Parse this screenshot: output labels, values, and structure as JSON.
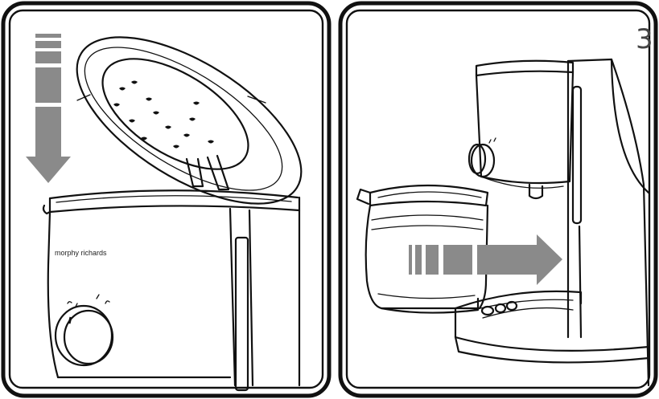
{
  "panels": [
    {
      "id": "left",
      "brand_label": "morphy richards",
      "arrow_direction": "down",
      "icons": [
        "coffee-maker-open-lid",
        "water-tank",
        "control-dial"
      ]
    },
    {
      "id": "right",
      "step_number": "3",
      "arrow_direction": "right",
      "icons": [
        "coffee-maker",
        "carafe",
        "hotplate"
      ]
    }
  ],
  "colors": {
    "ink": "#111111",
    "arrow_fill": "#8a8a8a",
    "background": "#ffffff"
  }
}
